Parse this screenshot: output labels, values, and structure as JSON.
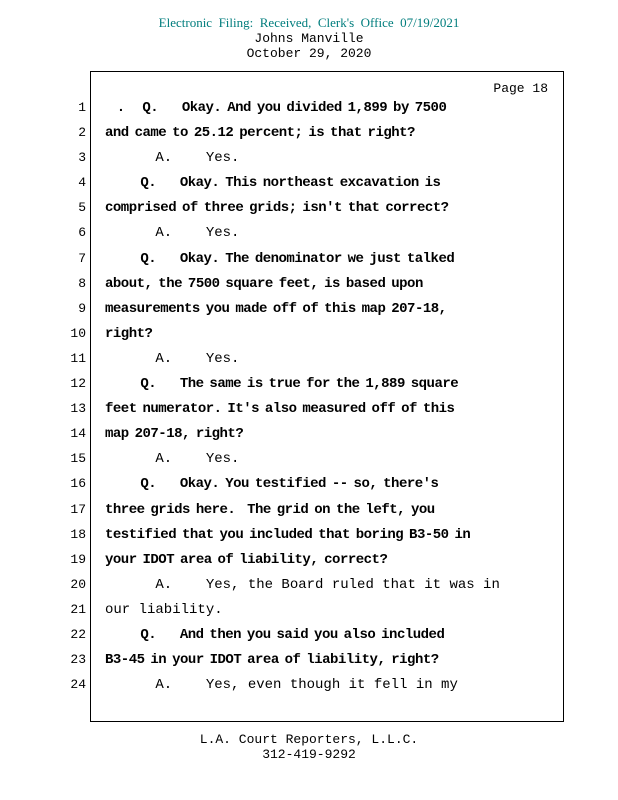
{
  "colors": {
    "filing_header": "#007d7d",
    "text": "#000000"
  },
  "header": {
    "filing_line": "Electronic  Filing:  Received,  Clerk's  Office  07/19/2021",
    "case_name": "Johns Manville",
    "date": "October 29, 2020"
  },
  "transcript": {
    "page_label": "Page 18",
    "lines": [
      {
        "num": "1",
        "text": "  .   Q.    Okay. And you divided 1,899 by 7500",
        "bold": true
      },
      {
        "num": "2",
        "text": "and came to 25.12 percent; is that right?",
        "bold": true
      },
      {
        "num": "3",
        "text": "      A.    Yes.",
        "bold": false
      },
      {
        "num": "4",
        "text": "      Q.    Okay. This northeast excavation is",
        "bold": true
      },
      {
        "num": "5",
        "text": "comprised of three grids; isn't that correct?",
        "bold": true
      },
      {
        "num": "6",
        "text": "      A.    Yes.",
        "bold": false
      },
      {
        "num": "7",
        "text": "      Q.    Okay. The denominator we just talked",
        "bold": true
      },
      {
        "num": "8",
        "text": "about, the 7500 square feet, is based upon",
        "bold": true
      },
      {
        "num": "9",
        "text": "measurements you made off of this map 207-18,",
        "bold": true
      },
      {
        "num": "10",
        "text": "right?",
        "bold": true
      },
      {
        "num": "11",
        "text": "      A.    Yes.",
        "bold": false
      },
      {
        "num": "12",
        "text": "      Q.    The same is true for the 1,889 square",
        "bold": true
      },
      {
        "num": "13",
        "text": "feet numerator. It's also measured off of this",
        "bold": true
      },
      {
        "num": "14",
        "text": "map 207-18, right?",
        "bold": true
      },
      {
        "num": "15",
        "text": "      A.    Yes.",
        "bold": false
      },
      {
        "num": "16",
        "text": "      Q.    Okay. You testified -- so, there's",
        "bold": true
      },
      {
        "num": "17",
        "text": "three grids here.  The grid on the left, you",
        "bold": true
      },
      {
        "num": "18",
        "text": "testified that you included that boring B3-50 in",
        "bold": true
      },
      {
        "num": "19",
        "text": "your IDOT area of liability, correct?",
        "bold": true
      },
      {
        "num": "20",
        "text": "      A.    Yes, the Board ruled that it was in",
        "bold": false
      },
      {
        "num": "21",
        "text": "our liability.",
        "bold": false
      },
      {
        "num": "22",
        "text": "      Q.    And then you said you also included",
        "bold": true
      },
      {
        "num": "23",
        "text": "B3-45 in your IDOT area of liability, right?",
        "bold": true
      },
      {
        "num": "24",
        "text": "      A.    Yes, even though it fell in my",
        "bold": false
      }
    ]
  },
  "footer": {
    "company": "L.A. Court Reporters, L.L.C.",
    "phone": "312-419-9292"
  }
}
